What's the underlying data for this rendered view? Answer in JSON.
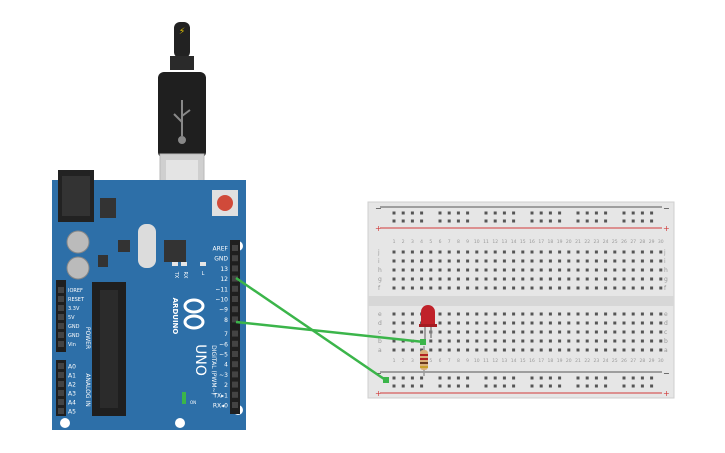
{
  "board": {
    "logo_text": "ARDUINO",
    "model_text": "UNO",
    "led_tx": "TX",
    "led_rx": "RX",
    "led_l": "L",
    "on_label": "ON",
    "digital_label": "DIGITAL (PWM~)",
    "power_label": "POWER",
    "analog_label": "ANALOG IN",
    "digital_pins": [
      "AREF",
      "GND",
      "13",
      "12",
      "~11",
      "~10",
      "~9",
      "8",
      "7",
      "~6",
      "~5",
      "4",
      "~3",
      "2",
      "TX▸1",
      "RX◂0"
    ],
    "power_pins": [
      "IOREF",
      "RESET",
      "3.3V",
      "5V",
      "GND",
      "GND",
      "Vin"
    ],
    "analog_pins": [
      "A0",
      "A1",
      "A2",
      "A3",
      "A4",
      "A5"
    ]
  },
  "cable": {
    "plug_icon": "⚡"
  },
  "breadboard": {
    "rail_minus": "−",
    "rail_plus": "+",
    "top_rows": [
      "j",
      "i",
      "h",
      "g",
      "f"
    ],
    "bottom_rows": [
      "e",
      "d",
      "c",
      "b",
      "a"
    ],
    "columns": 30
  },
  "colors": {
    "board": "#2d6fa8",
    "wire": "#3bb54a",
    "led": "#c0222a",
    "breadboard": "#e6e6e6",
    "rail_red": "#d13b3b"
  }
}
